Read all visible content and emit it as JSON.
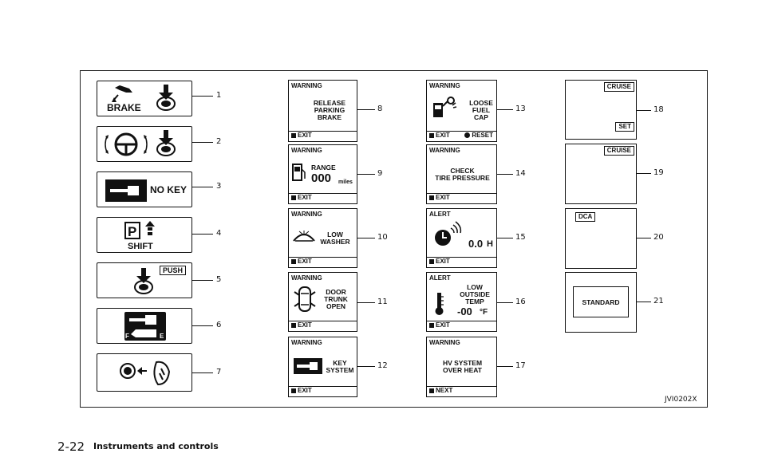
{
  "left_indicators": [
    {
      "num": "1",
      "label": "BRAKE",
      "icon": "brake-push-icon"
    },
    {
      "num": "2",
      "label": "",
      "icon": "steering-wheel-icon"
    },
    {
      "num": "3",
      "label": "NO KEY",
      "icon": "key-icon"
    },
    {
      "num": "4",
      "label": "SHIFT",
      "icon": "park-shift-icon"
    },
    {
      "num": "5",
      "label": "PUSH",
      "icon": "push-button-icon"
    },
    {
      "num": "6",
      "label": "",
      "icon": "key-battery-icon"
    },
    {
      "num": "7",
      "label": "",
      "icon": "key-fob-icon"
    }
  ],
  "col2": [
    {
      "num": "8",
      "header": "WARNING",
      "lines": [
        "RELEASE",
        "PARKING",
        "BRAKE"
      ],
      "footer": "EXIT"
    },
    {
      "num": "9",
      "header": "WARNING",
      "lines": [
        "RANGE"
      ],
      "value": "000",
      "unit": "miles",
      "footer": "EXIT"
    },
    {
      "num": "10",
      "header": "WARNING",
      "lines": [
        "LOW",
        "WASHER"
      ],
      "footer": "EXIT"
    },
    {
      "num": "11",
      "header": "WARNING",
      "lines": [
        "DOOR",
        "TRUNK",
        "OPEN"
      ],
      "footer": "EXIT"
    },
    {
      "num": "12",
      "header": "WARNING",
      "lines": [
        "KEY",
        "SYSTEM"
      ],
      "footer": "EXIT"
    }
  ],
  "col3": [
    {
      "num": "13",
      "header": "WARNING",
      "lines": [
        "LOOSE",
        "FUEL",
        "CAP"
      ],
      "footer": "EXIT",
      "footer2": "RESET"
    },
    {
      "num": "14",
      "header": "WARNING",
      "lines": [
        "CHECK",
        "TIRE PRESSURE"
      ],
      "footer": "EXIT"
    },
    {
      "num": "15",
      "header": "ALERT",
      "value": "0.0",
      "unit": "H",
      "footer": "EXIT"
    },
    {
      "num": "16",
      "header": "ALERT",
      "lines": [
        "LOW",
        "OUTSIDE",
        "TEMP"
      ],
      "value": "-00",
      "unit": "°F",
      "footer": "EXIT"
    },
    {
      "num": "17",
      "header": "WARNING",
      "lines": [
        "HV SYSTEM",
        "OVER HEAT"
      ],
      "footer": "NEXT"
    }
  ],
  "col4": [
    {
      "num": "18",
      "tags": [
        "CRUISE",
        "SET"
      ]
    },
    {
      "num": "19",
      "tags": [
        "CRUISE"
      ]
    },
    {
      "num": "20",
      "tags": [
        "DCA"
      ]
    },
    {
      "num": "21",
      "tags": [
        "STANDARD"
      ]
    }
  ],
  "figure_code": "JVI0202X",
  "page": {
    "number": "2-22",
    "title": "Instruments and controls"
  }
}
